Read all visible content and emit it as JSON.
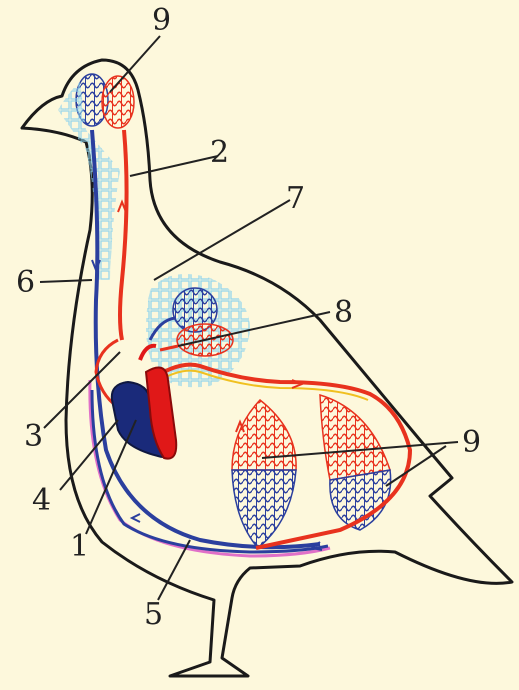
{
  "diagram": {
    "labels": [
      {
        "id": "n9-head",
        "text": "9"
      },
      {
        "id": "n2",
        "text": "2"
      },
      {
        "id": "n7",
        "text": "7"
      },
      {
        "id": "n6",
        "text": "6"
      },
      {
        "id": "n8",
        "text": "8"
      },
      {
        "id": "n3",
        "text": "3"
      },
      {
        "id": "n9-body",
        "text": "9"
      },
      {
        "id": "n4",
        "text": "4"
      },
      {
        "id": "n1",
        "text": "1"
      },
      {
        "id": "n5",
        "text": "5"
      }
    ],
    "colors": {
      "background": "#fdf8dc",
      "outline": "#1a1a1a",
      "artery": "#e8321e",
      "vein": "#2b3f9e",
      "pulmonary": "#8fd3ec",
      "heart_left": "#e01818",
      "heart_right": "#1a2a7a",
      "vein_highlight": "#e070c8"
    }
  }
}
